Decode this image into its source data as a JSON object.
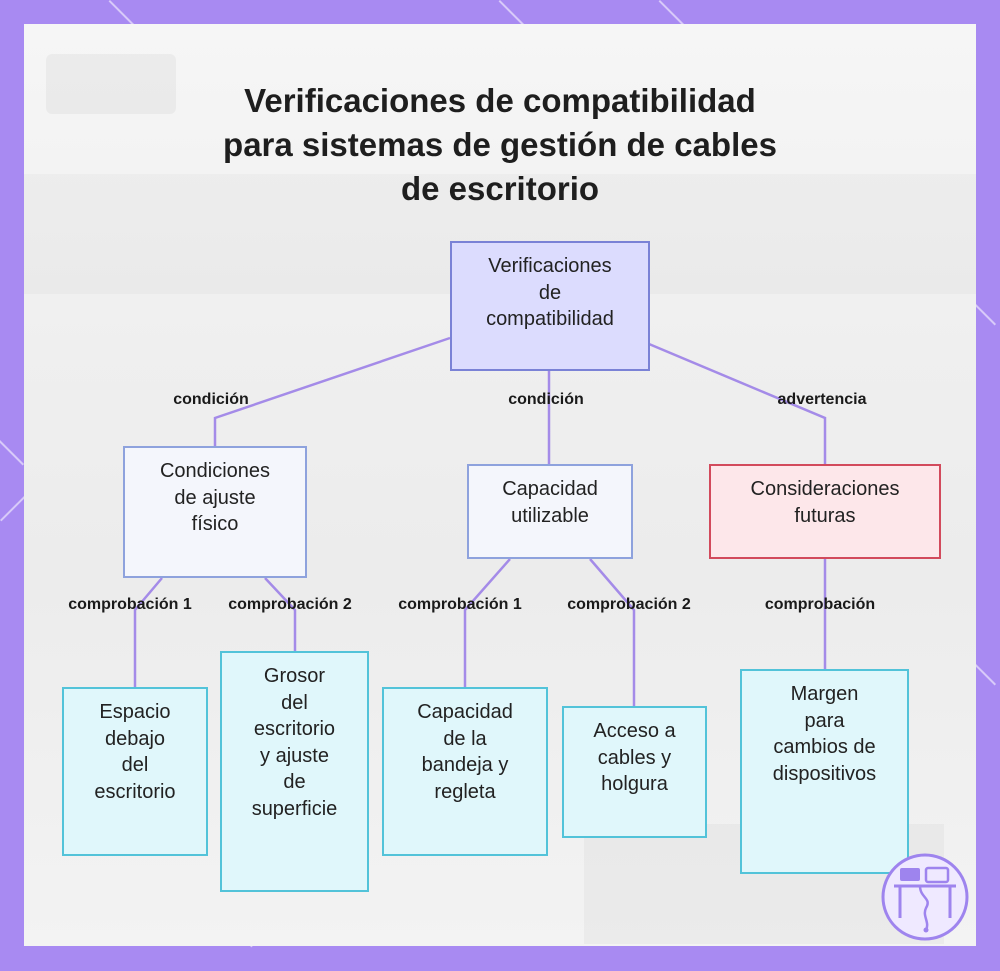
{
  "title_lines": [
    "Verificaciones de compatibilidad",
    "para sistemas de gestión de cables",
    "de escritorio"
  ],
  "nodes": {
    "root": [
      "Verificaciones",
      "de",
      "compatibilidad"
    ],
    "physical_fit": [
      "Condiciones",
      "de ajuste",
      "físico"
    ],
    "usable_capacity": [
      "Capacidad",
      "utilizable"
    ],
    "future_considerations": [
      "Consideraciones",
      "futuras"
    ],
    "under_desk_space": [
      "Espacio",
      "debajo",
      "del",
      "escritorio"
    ],
    "desk_thickness": [
      "Grosor",
      "del",
      "escritorio",
      "y ajuste",
      "de",
      "superficie"
    ],
    "tray_capacity": [
      "Capacidad",
      "de la",
      "bandeja y",
      "regleta"
    ],
    "cable_access": [
      "Acceso a",
      "cables y",
      "holgura"
    ],
    "device_margin": [
      "Margen",
      "para",
      "cambios de",
      "dispositivos"
    ]
  },
  "edge_labels": {
    "root_to_physical": "condición",
    "root_to_capacity": "condición",
    "root_to_future": "advertencia",
    "physical_to_space": "comprobación 1",
    "physical_to_thickness": "comprobación 2",
    "capacity_to_tray": "comprobación 1",
    "capacity_to_access": "comprobación 2",
    "future_to_margin": "comprobación"
  },
  "colors": {
    "edge": "#a48be8",
    "root_fill": "#dcdcfe",
    "warning_border": "#d24a5c",
    "leaf_border": "#52c3d9"
  },
  "logo_icon": "desk-cable-icon"
}
